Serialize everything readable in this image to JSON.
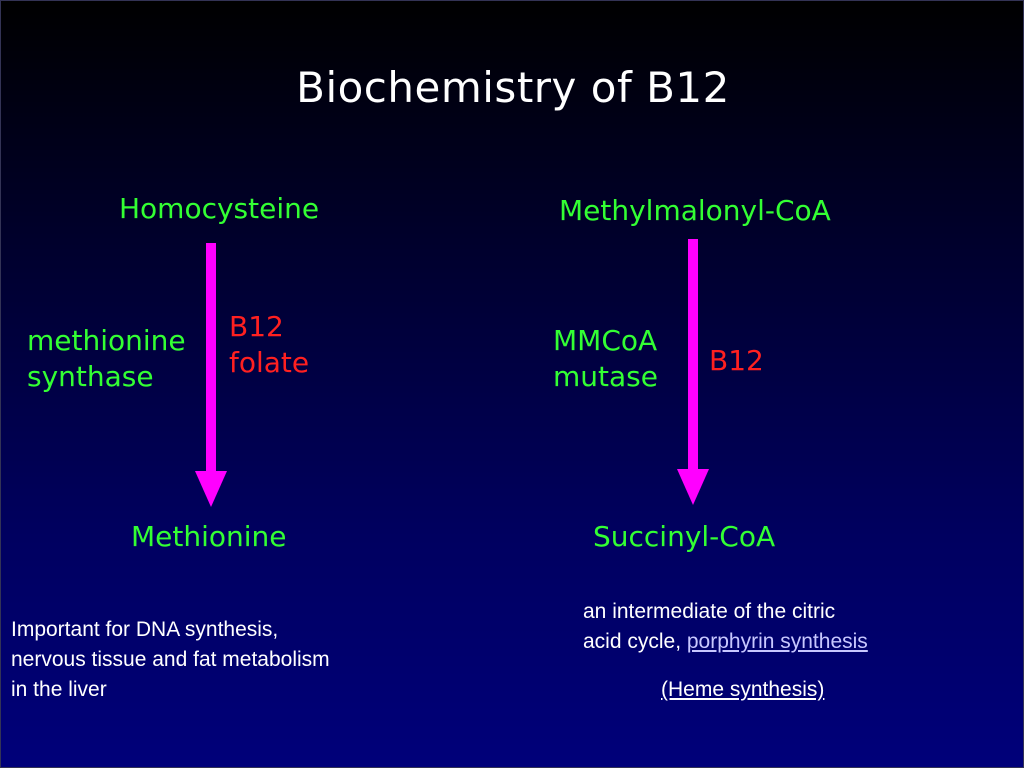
{
  "slide": {
    "title": "Biochemistry of B12"
  },
  "left_pathway": {
    "substrate": "Homocysteine",
    "enzyme_line1": "methionine",
    "enzyme_line2": "synthase",
    "cofactor_line1": "B12",
    "cofactor_line2": "folate",
    "product": "Methionine",
    "note_line1": "Important for DNA synthesis,",
    "note_line2": "nervous tissue and fat metabolism",
    "note_line3": "in the liver"
  },
  "right_pathway": {
    "substrate": "Methylmalonyl-CoA",
    "enzyme_line1": "MMCoA",
    "enzyme_line2": "mutase",
    "cofactor": "B12",
    "product": "Succinyl-CoA",
    "note_line1": "an intermediate of the citric",
    "note_line2_prefix": "acid cycle, ",
    "note_link": "porphyrin synthesis",
    "note_heme": "(Heme synthesis)"
  },
  "colors": {
    "metabolite": "#33ff33",
    "cofactor": "#ff2020",
    "arrow": "#ff00ff",
    "text": "#ffffff",
    "link": "#c8c8ff"
  },
  "icons": {
    "reaction_arrow": "down-arrow-icon"
  }
}
